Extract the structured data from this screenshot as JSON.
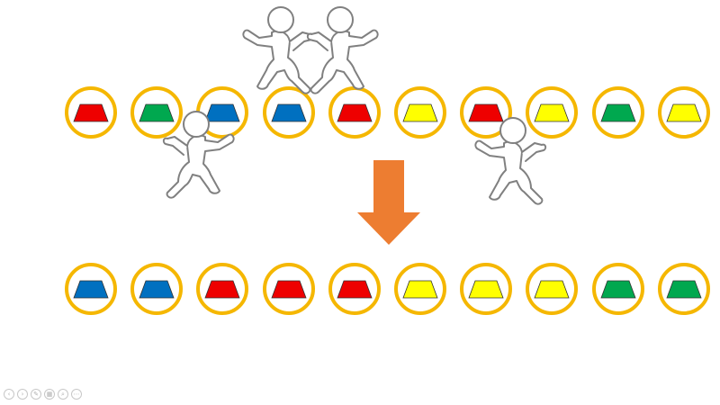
{
  "colors": {
    "red": "#ee0000",
    "green": "#00a84f",
    "blue": "#0070c0",
    "yellow": "#ffff00",
    "ring": "#f5b700",
    "arrow": "#ed7d31"
  },
  "before_row": [
    "red",
    "green",
    "blue",
    "blue",
    "red",
    "yellow",
    "red",
    "yellow",
    "green",
    "yellow"
  ],
  "after_row": [
    "blue",
    "blue",
    "red",
    "red",
    "red",
    "yellow",
    "yellow",
    "yellow",
    "green",
    "green"
  ],
  "runners": [
    {
      "name": "runner-top-left",
      "flip": false
    },
    {
      "name": "runner-top-right",
      "flip": true
    },
    {
      "name": "runner-left",
      "flip": true
    },
    {
      "name": "runner-right",
      "flip": false
    }
  ],
  "arrow": {
    "direction": "down",
    "color": "#ed7d31"
  },
  "nav_icons": [
    "previous-icon",
    "next-icon",
    "pen-icon",
    "slides-icon",
    "zoom-icon",
    "more-icon"
  ]
}
